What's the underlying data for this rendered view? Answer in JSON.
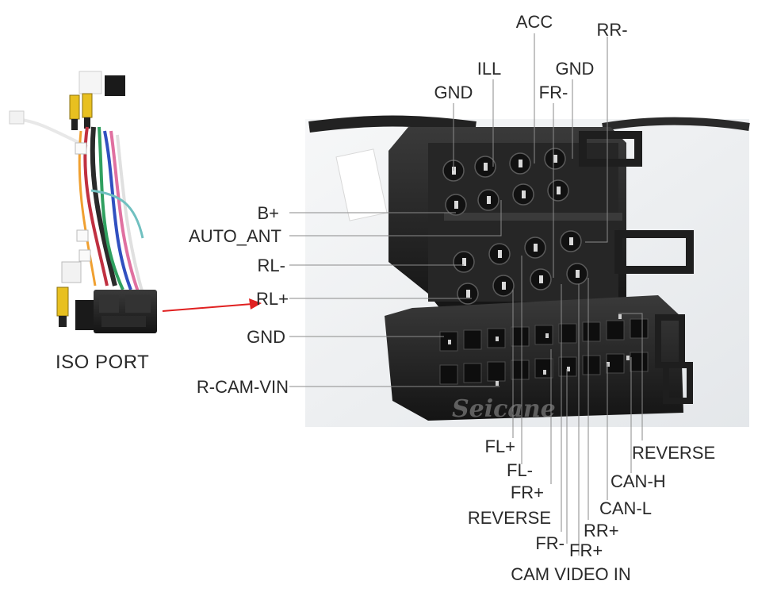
{
  "port_label": "ISO PORT",
  "watermark": "Seicane",
  "top_labels": {
    "acc": "ACC",
    "rr_minus": "RR-",
    "ill": "ILL",
    "gnd_a": "GND",
    "gnd_b": "GND",
    "fr_minus": "FR-"
  },
  "left_labels": {
    "b_plus": "B+",
    "auto_ant": "AUTO_ANT",
    "rl_minus": "RL-",
    "rl_plus": "RL+",
    "gnd": "GND",
    "r_cam_vin": "R-CAM-VIN"
  },
  "bottom_labels": {
    "reverse_a": "REVERSE",
    "fl_plus": "FL+",
    "fl_minus": "FL-",
    "can_h": "CAN-H",
    "fr_plus_a": "FR+",
    "can_l": "CAN-L",
    "reverse_b": "REVERSE",
    "rr_plus": "RR+",
    "fr_minus": "FR-",
    "fr_plus_b": "FR+",
    "cam_video_in": "CAM VIDEO IN"
  },
  "colors": {
    "arrow": "#e02020",
    "connector": "#1e1e1e",
    "photo_bg": "#eef0f2"
  }
}
